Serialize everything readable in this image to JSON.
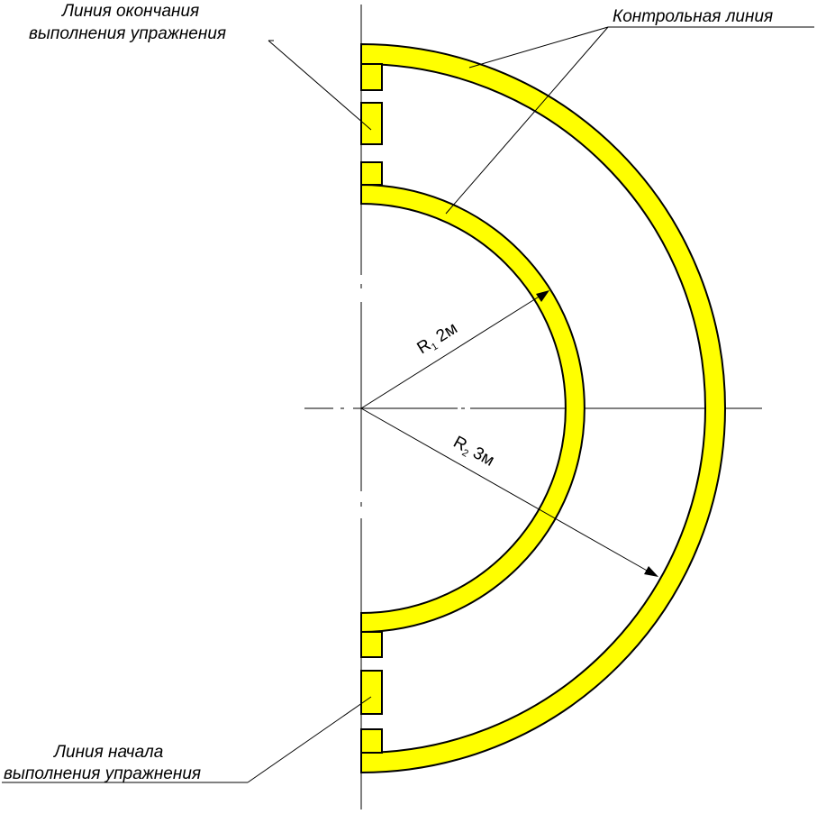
{
  "labels": {
    "finish_line_1": "Линия окончания",
    "finish_line_2": "выполнения упражнения",
    "control_line": "Контрольная линия",
    "start_line_1": "Линия начала",
    "start_line_2": "выполнения упражнения",
    "r1_letter": "R",
    "r1_sub": "1",
    "r1_value": "2м",
    "r2_letter": "R",
    "r2_sub": "2",
    "r2_value": "3м"
  },
  "colors": {
    "track_fill": "#ffff00",
    "stroke": "#000000",
    "background": "#ffffff"
  }
}
